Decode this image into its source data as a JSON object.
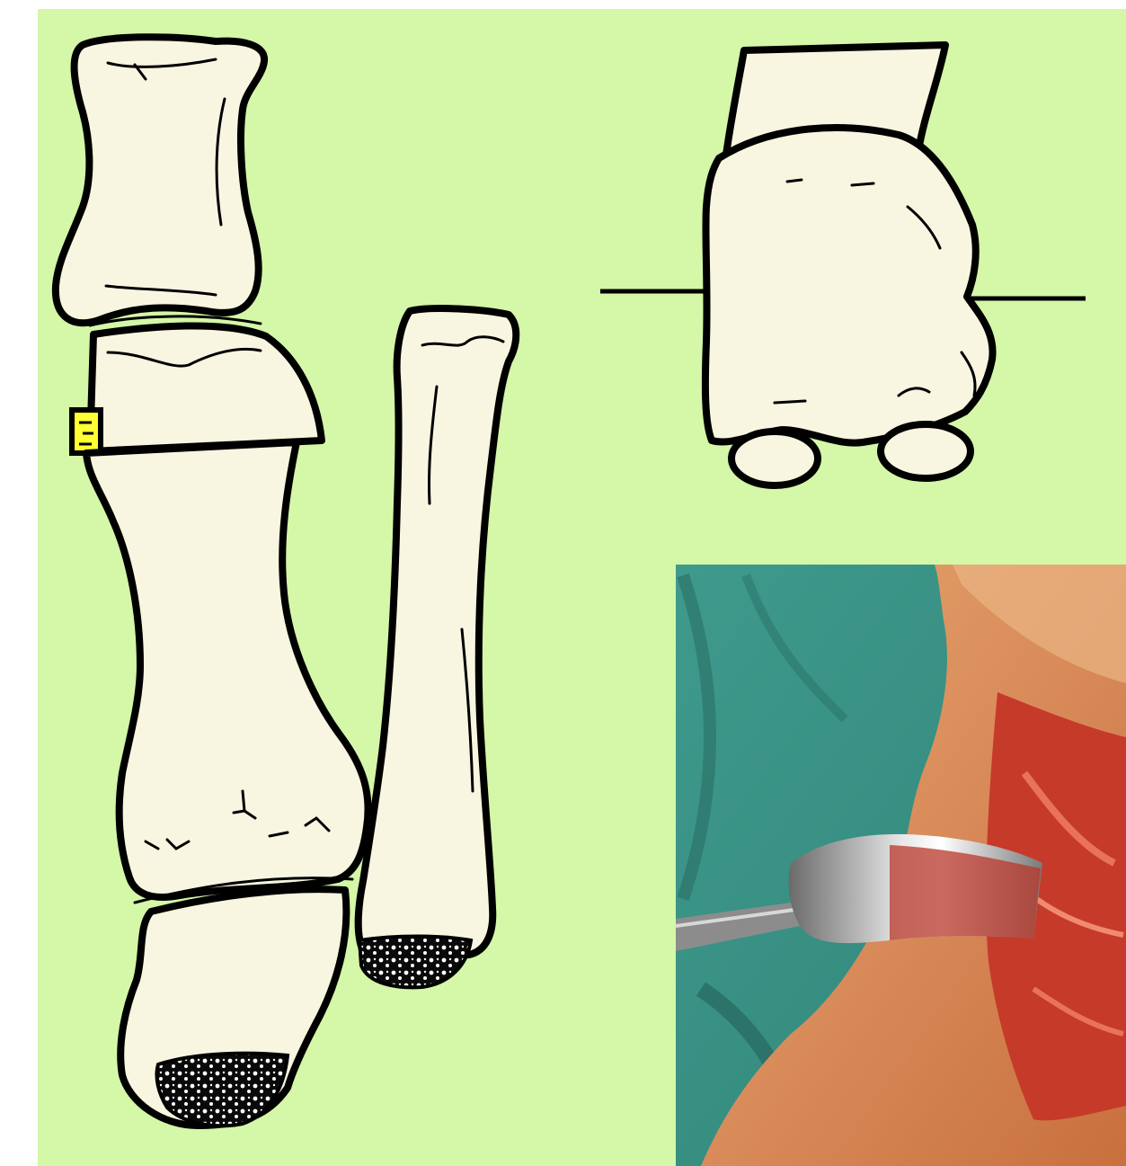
{
  "figure": {
    "background_color": "#d4f7a8",
    "bone_fill_color": "#f8f6e0",
    "outline_color": "#000000",
    "graft_marker_color": "#ffff33",
    "panels": [
      "lateral-view-diagram",
      "axial-view-diagram",
      "intraoperative-photo"
    ]
  }
}
